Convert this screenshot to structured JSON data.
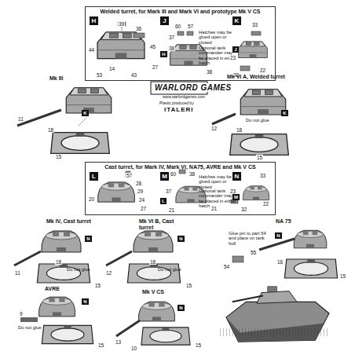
{
  "diagram": {
    "nodes": [
      {
        "text": [
          "Welded turret, for Mark III and Mark VI and prototype Mk V CS"
        ]
      },
      {
        "text": [
          "H"
        ],
        "in": 0
      },
      {
        "text": [
          "J"
        ],
        "in": 0
      },
      {
        "text": [
          "H"
        ],
        "in": 0
      },
      {
        "text": [
          "K"
        ],
        "in": 0
      },
      {
        "text": [
          "J"
        ],
        "in": 0
      },
      {
        "text": [
          "K"
        ]
      },
      {
        "text": [
          "K"
        ]
      },
      {
        "text": [
          "Cast turret, for Mark IV, Mark VI, NA75, AVRE and Mk V CS"
        ]
      },
      {
        "text": [
          "L"
        ],
        "in": 8
      },
      {
        "text": [
          "M"
        ],
        "in": 8
      },
      {
        "text": [
          "L"
        ],
        "in": 8
      },
      {
        "text": [
          "N"
        ],
        "in": 8
      },
      {
        "text": [
          "M"
        ],
        "in": 8
      },
      {
        "text": [
          "N"
        ]
      },
      {
        "text": [
          "N"
        ]
      },
      {
        "text": [
          "N"
        ]
      },
      {
        "text": [
          "N"
        ]
      },
      {
        "text": [
          "N"
        ]
      }
    ],
    "labels": [
      "39",
      "36",
      "44",
      "14",
      "53",
      "43",
      "27",
      "45",
      "60",
      "57",
      "37",
      "38",
      "Hatches may be glued open or closed",
      "Optional tank commander may be placed in either hatch",
      "38",
      "33",
      "23",
      "32",
      "22",
      "Mk III",
      "11",
      "18",
      "15",
      "WARLORD GAMES",
      "www.warlordgames.com",
      "Plastic produced by",
      "ITALERI",
      "Mk VI A, Welded turret",
      "12",
      "18",
      "Do not glue",
      "15",
      "57",
      "28",
      "29",
      "24",
      "20",
      "27",
      "60",
      "38",
      "Hatches may be glued open or closed",
      "Optional tank commander may be placed in either hatch",
      "37",
      "21",
      "21",
      "33",
      "23",
      "22",
      "32",
      "Mk IV, Cast turret",
      "11",
      "18",
      "Do not glue",
      "15",
      "Mk VI B, Cast turret",
      "12",
      "18",
      "Do not glue",
      "15",
      "NA 75",
      "Glue pin to part 54 and place on tank hull",
      "54",
      "55",
      "16",
      "15",
      "AVRE",
      "9",
      "Do not glue",
      "15",
      "Mk V CS",
      "13",
      "10",
      "15"
    ]
  }
}
